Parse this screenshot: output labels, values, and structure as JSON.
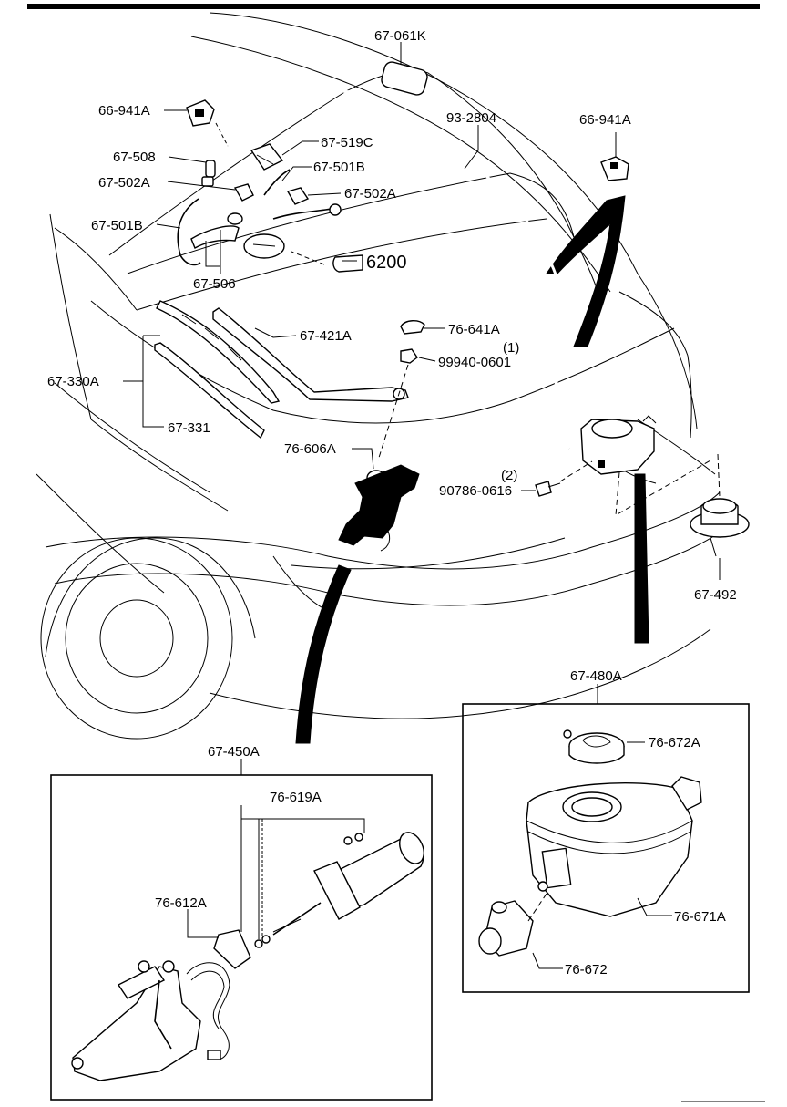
{
  "labels": {
    "p67_061K": "67-061K",
    "p66_941A_left": "66-941A",
    "p93_2804": "93-2804",
    "p66_941A_right": "66-941A",
    "p67_508": "67-508",
    "p67_519C": "67-519C",
    "p67_501B_top": "67-501B",
    "p67_502A_left": "67-502A",
    "p67_502A_right": "67-502A",
    "p67_501B_left": "67-501B",
    "p6200": "6200",
    "p67_506": "67-506",
    "p76_641A": "76-641A",
    "p67_421A": "67-421A",
    "p99940_0601_qty": "(1)",
    "p99940_0601": "99940-0601",
    "p67_330A": "67-330A",
    "p67_331": "67-331",
    "p76_606A": "76-606A",
    "p90786_0616_qty": "(2)",
    "p90786_0616": "90786-0616",
    "p67_492": "67-492",
    "p67_480A": "67-480A",
    "p76_672A": "76-672A",
    "p67_450A": "67-450A",
    "p76_619A": "76-619A",
    "p76_612A": "76-612A",
    "p76_671A": "76-671A",
    "p76_672": "76-672"
  },
  "icons": {
    "reference_pointer": "pointing-hand-icon"
  },
  "colors": {
    "ink": "#000000",
    "paper": "#ffffff"
  }
}
